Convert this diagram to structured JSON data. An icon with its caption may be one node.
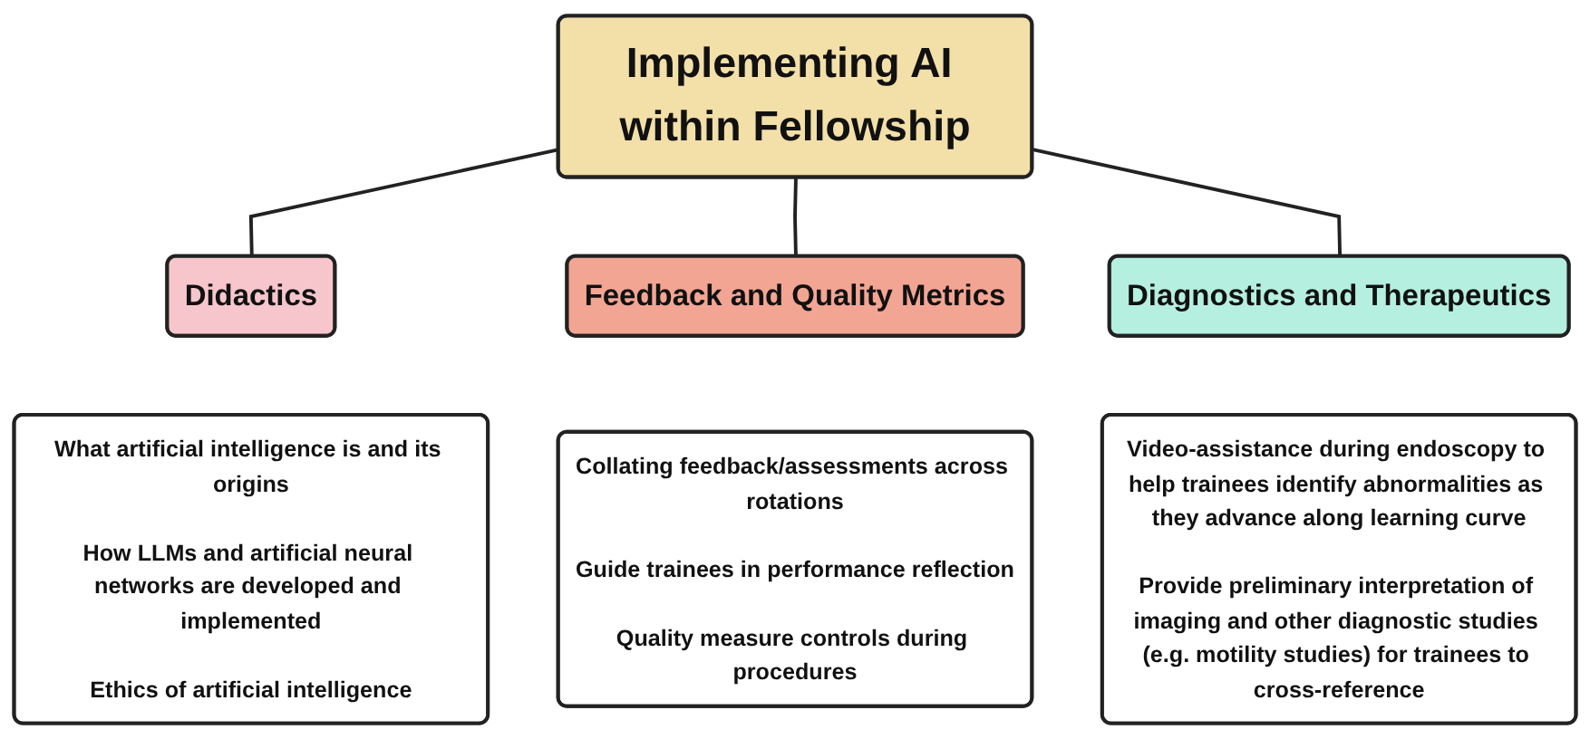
{
  "diagram": {
    "nodes": [
      {
        "text": [
          "Implementing AI within Fellowship"
        ]
      },
      {
        "text": [
          "Didactics"
        ]
      },
      {
        "text": [
          "What artificial intelligence is and its origins",
          "How LLMs and artificial neural networks are developed and implemented",
          "Ethics of artificial intelligence"
        ]
      },
      {
        "text": [
          "Feedback and Quality Metrics"
        ]
      },
      {
        "text": [
          "Collating feedback/assessments across rotations",
          "Guide trainees in performance reflection",
          "Quality measure controls during procedures"
        ]
      },
      {
        "text": [
          "Diagnostics and Therapeutics"
        ]
      },
      {
        "text": [
          "Video-assistance during endoscopy to help trainees identify abnormalities as they advance along learning curve",
          "Provide preliminary interpretation of imaging and other diagnostic studies (e.g. motility studies) for trainees to cross-reference"
        ]
      }
    ],
    "edges": [
      {
        "from": 0,
        "to": 1,
        "arrow": "none"
      },
      {
        "from": 0,
        "to": 3,
        "arrow": "none"
      },
      {
        "from": 0,
        "to": 5,
        "arrow": "none"
      }
    ]
  }
}
